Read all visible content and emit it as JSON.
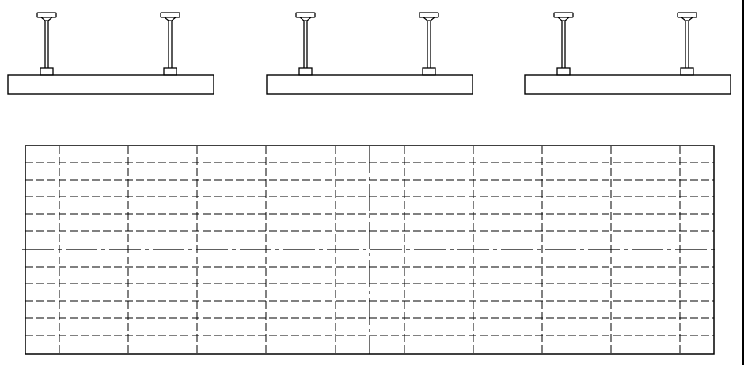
{
  "drawing": {
    "line_color": "#000000",
    "background_color": "#ffffff",
    "elevation_panel_count": 3,
    "suspension_rods_per_panel": 2,
    "plan_grid": {
      "horizontal_dashed_lines": 10,
      "vertical_dashed_lines": 10,
      "center_axis": "dash-dot",
      "center_axis_position": "middle"
    }
  }
}
